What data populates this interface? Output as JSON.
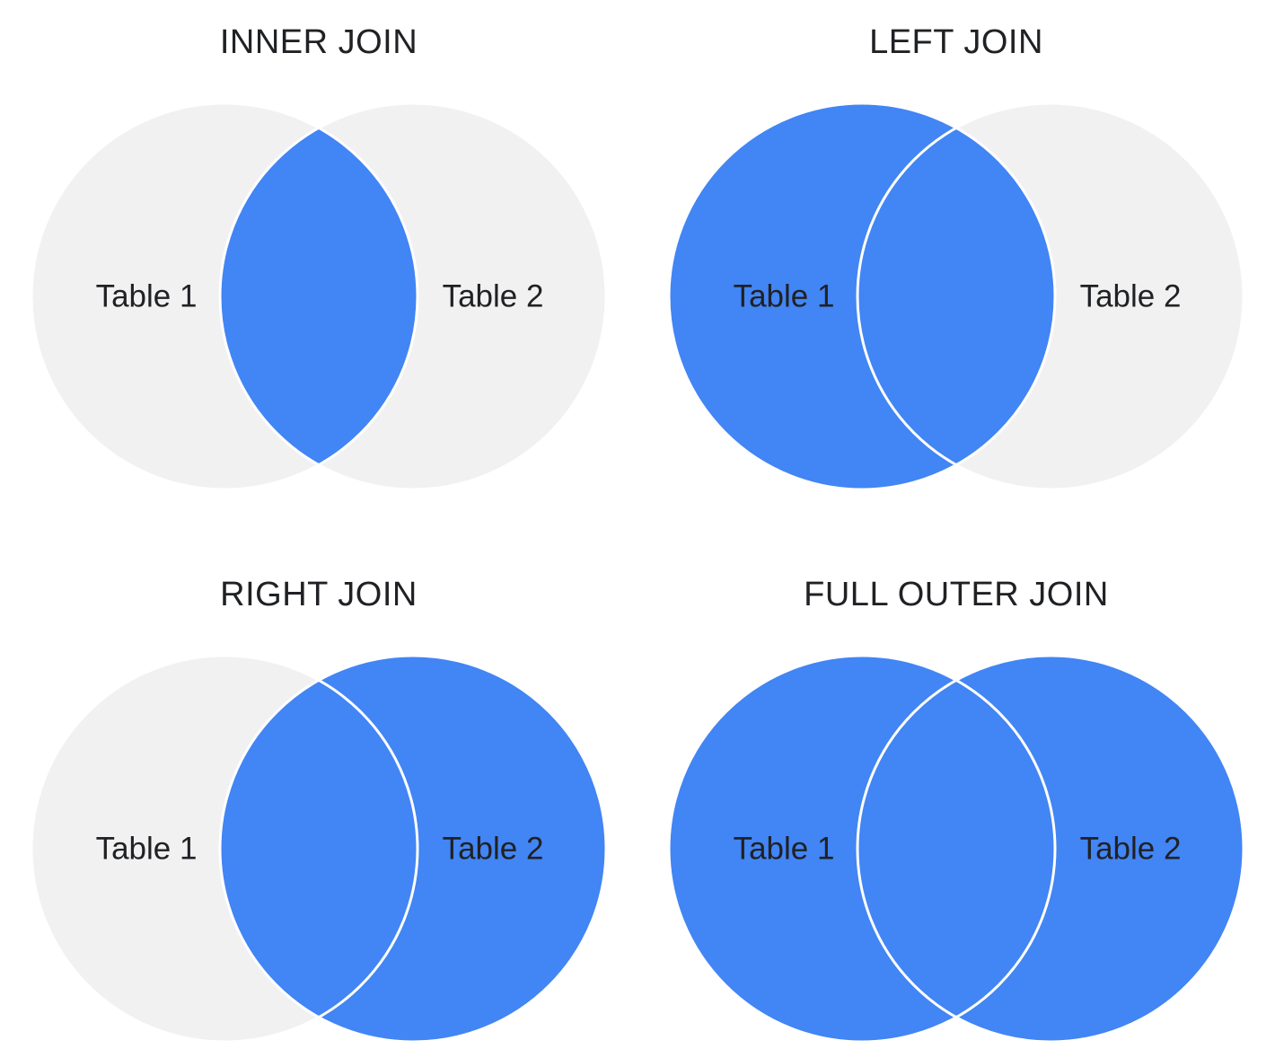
{
  "colors": {
    "blue": "#4285F4",
    "gray": "#F1F1F1",
    "text": "#202124",
    "background": "#FFFFFF",
    "circle_separator": "#FFFFFF"
  },
  "diagrams": [
    {
      "title": "INNER JOIN",
      "left_label": "Table 1",
      "right_label": "Table 2",
      "left_region": "excluded",
      "right_region": "excluded",
      "intersection_region": "included",
      "left_fill": "#F1F1F1",
      "right_fill": "#F1F1F1",
      "intersection_fill": "#4285F4"
    },
    {
      "title": "LEFT JOIN",
      "left_label": "Table 1",
      "right_label": "Table 2",
      "left_region": "included",
      "right_region": "excluded",
      "intersection_region": "included",
      "left_fill": "#4285F4",
      "right_fill": "#F1F1F1",
      "intersection_fill": "#4285F4"
    },
    {
      "title": "RIGHT JOIN",
      "left_label": "Table 1",
      "right_label": "Table 2",
      "left_region": "excluded",
      "right_region": "included",
      "intersection_region": "included",
      "left_fill": "#F1F1F1",
      "right_fill": "#4285F4",
      "intersection_fill": "#4285F4"
    },
    {
      "title": "FULL OUTER JOIN",
      "left_label": "Table 1",
      "right_label": "Table 2",
      "left_region": "included",
      "right_region": "included",
      "intersection_region": "included",
      "left_fill": "#4285F4",
      "right_fill": "#4285F4",
      "intersection_fill": "#4285F4"
    }
  ]
}
